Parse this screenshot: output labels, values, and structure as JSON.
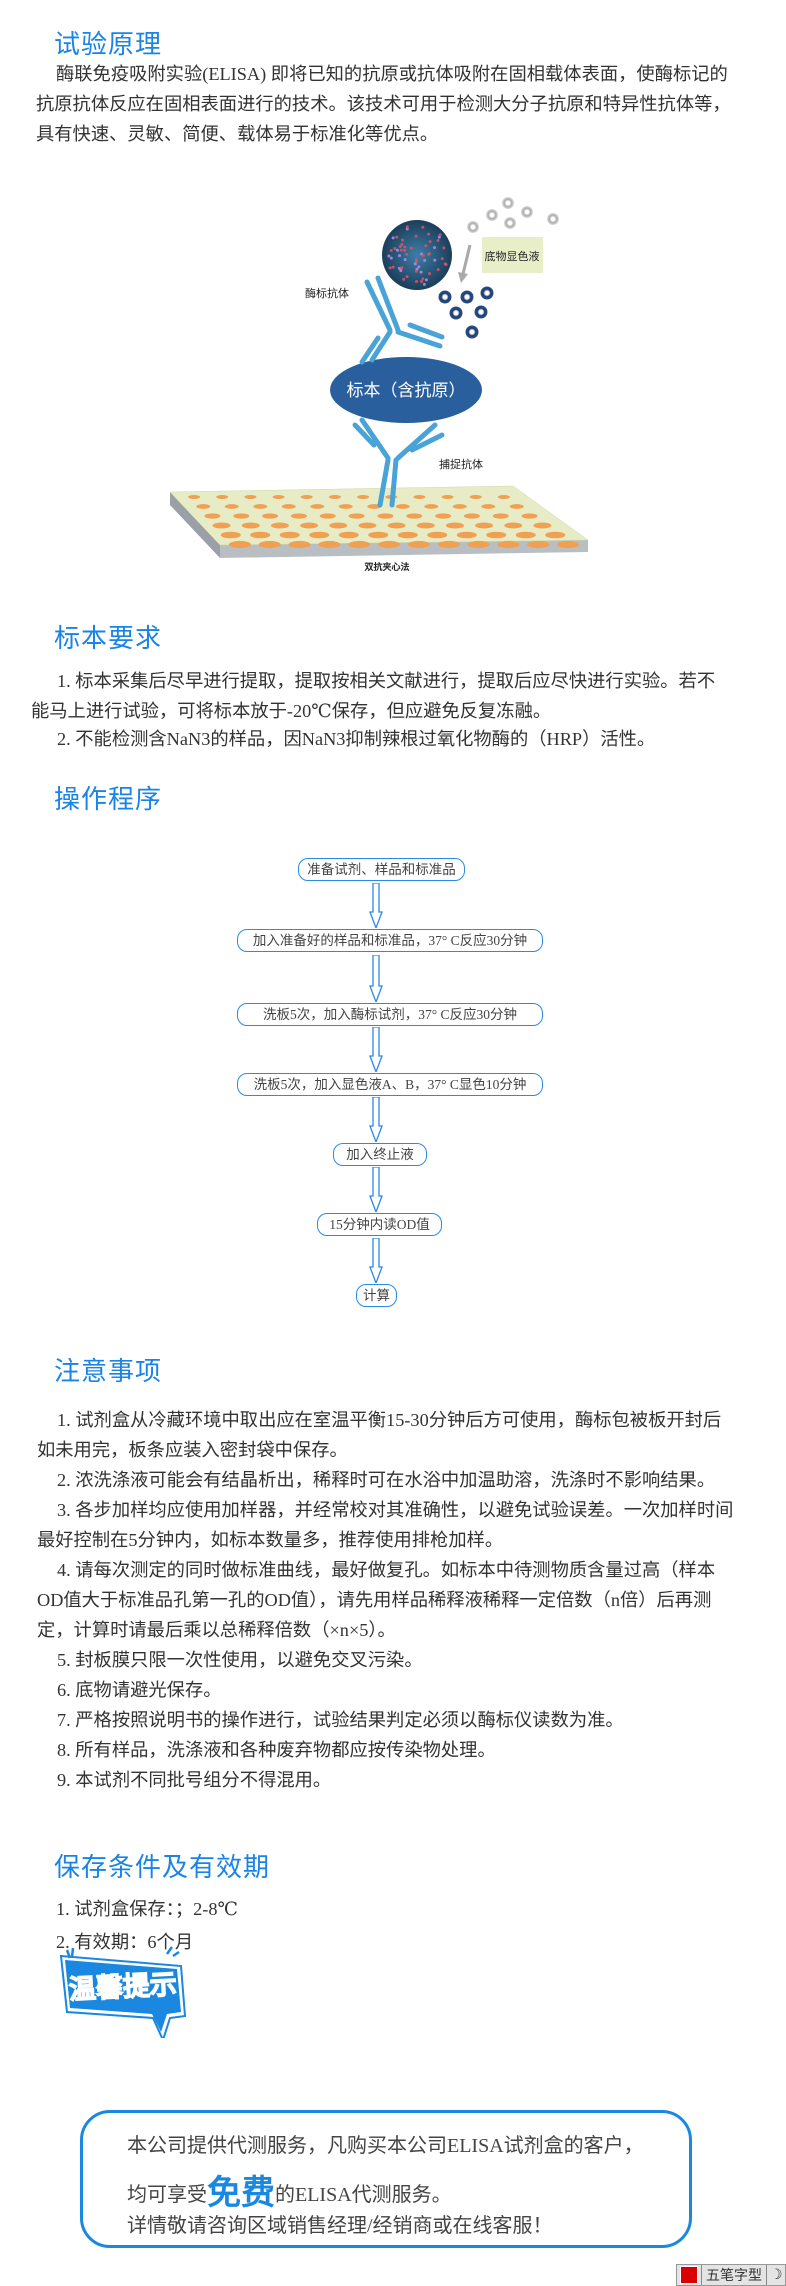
{
  "sections": {
    "principle": {
      "title": "试验原理",
      "text": "酶联免疫吸附实验(ELISA) 即将已知的抗原或抗体吸附在固相载体表面，使酶标记的抗原抗体反应在固相表面进行的技术。该技术可用于检测大分子抗原和特异性抗体等，具有快速、灵敏、简便、载体易于标准化等优点。"
    },
    "diagram": {
      "substrate_label": "底物显色液",
      "enzyme_antibody_label": "酶标抗体",
      "sample_label": "标本（含抗原）",
      "capture_antibody_label": "捕捉抗体",
      "method_label": "双抗夹心法"
    },
    "sample": {
      "title": "标本要求",
      "items": [
        "1. 标本采集后尽早进行提取，提取按相关文献进行，提取后应尽快进行实验。若不能马上进行试验，可将标本放于-20℃保存，但应避免反复冻融。",
        "2. 不能检测含NaN3的样品，因NaN3抑制辣根过氧化物酶的（HRP）活性。"
      ]
    },
    "procedure": {
      "title": "操作程序",
      "steps": [
        "准备试剂、样品和标准品",
        "加入准备好的样品和标准品，37° C反应30分钟",
        "洗板5次，加入酶标试剂，37° C反应30分钟",
        "洗板5次，加入显色液A、B，37° C显色10分钟",
        "加入终止液",
        "15分钟内读OD值",
        "计算"
      ]
    },
    "notes": {
      "title": "注意事项",
      "items": [
        "1. 试剂盒从冷藏环境中取出应在室温平衡15-30分钟后方可使用，酶标包被板开封后如未用完，板条应装入密封袋中保存。",
        "2. 浓洗涤液可能会有结晶析出，稀释时可在水浴中加温助溶，洗涤时不影响结果。",
        "3. 各步加样均应使用加样器，并经常校对其准确性，以避免试验误差。一次加样时间最好控制在5分钟内，如标本数量多，推荐使用排枪加样。",
        "4. 请每次测定的同时做标准曲线，最好做复孔。如标本中待测物质含量过高（样本OD值大于标准品孔第一孔的OD值），请先用样品稀释液稀释一定倍数（n倍）后再测定，计算时请最后乘以总稀释倍数（×n×5）。",
        "5. 封板膜只限一次性使用，以避免交叉污染。",
        "6. 底物请避光保存。",
        "7. 严格按照说明书的操作进行，试验结果判定必须以酶标仪读数为准。",
        "8. 所有样品，洗涤液和各种废弃物都应按传染物处理。",
        "9. 本试剂不同批号组分不得混用。"
      ]
    },
    "storage": {
      "title": "保存条件及有效期",
      "items": [
        "1. 试剂盒保存：；2-8℃",
        "2. 有效期：6个月"
      ]
    }
  },
  "tip": {
    "badge": "温馨提示",
    "line1": "本公司提供代测服务，凡购买本公司ELISA试剂盒的客户，",
    "line2_pre": "均可享受",
    "line2_highlight": "免费",
    "line2_post": "的ELISA代测服务。",
    "line3": "详情敬请咨询区域销售经理/经销商或在线客服！"
  },
  "ime_bar": {
    "label": "五笔字型"
  },
  "colors": {
    "accent": "#1a84e6",
    "badge_text": "#ff6a00",
    "antibody": "#4aa3d6",
    "sample": "#2a5f9e"
  }
}
